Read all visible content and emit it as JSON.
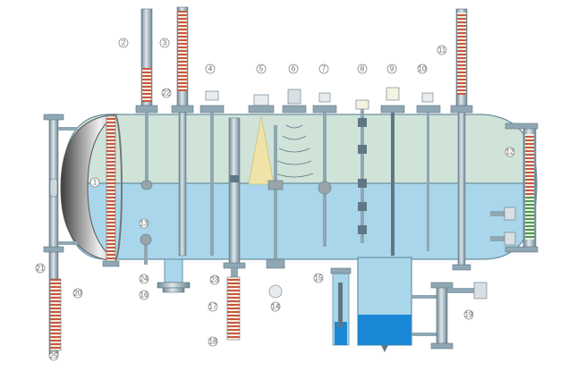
{
  "colors": {
    "vapor": "#cfe3d8",
    "liquid": "#a9d6ea",
    "shell_outline": "#6b8fa0",
    "pipe": "#8fa7b3",
    "pipe_dark": "#5f7784",
    "scale_red": "#c9573f",
    "scale_white": "#f2efe4",
    "water_blue": "#1a88d6",
    "float_gray": "#9aa5ab",
    "cone": "#efe3a8",
    "head_silver_light": "#f2f2f2",
    "head_silver_dark": "#4a4a4a",
    "callout_stroke": "#8a8a8a",
    "callout_text": "#666666",
    "green_scale": "#4d9a48"
  },
  "icons": {
    "level_gauge": "magnetic-level-gauge-icon",
    "float": "float-ball-icon",
    "radar": "radar-antenna-icon",
    "transmitter": "transmitter-head-icon",
    "sight_glass": "sight-glass-icon"
  },
  "callouts": [
    {
      "label": "1"
    },
    {
      "label": "2"
    },
    {
      "label": "3"
    },
    {
      "label": "4"
    },
    {
      "label": "5"
    },
    {
      "label": "6"
    },
    {
      "label": "7"
    },
    {
      "label": "8"
    },
    {
      "label": "9"
    },
    {
      "label": "10"
    },
    {
      "label": "11"
    },
    {
      "label": "12"
    },
    {
      "label": "13"
    },
    {
      "label": "14"
    },
    {
      "label": "15"
    },
    {
      "label": "16"
    },
    {
      "label": "17"
    },
    {
      "label": "18"
    },
    {
      "label": "19"
    },
    {
      "label": "20"
    },
    {
      "label": "21"
    },
    {
      "label": "22"
    },
    {
      "label": "23"
    },
    {
      "label": "24"
    },
    {
      "label": "25"
    }
  ]
}
